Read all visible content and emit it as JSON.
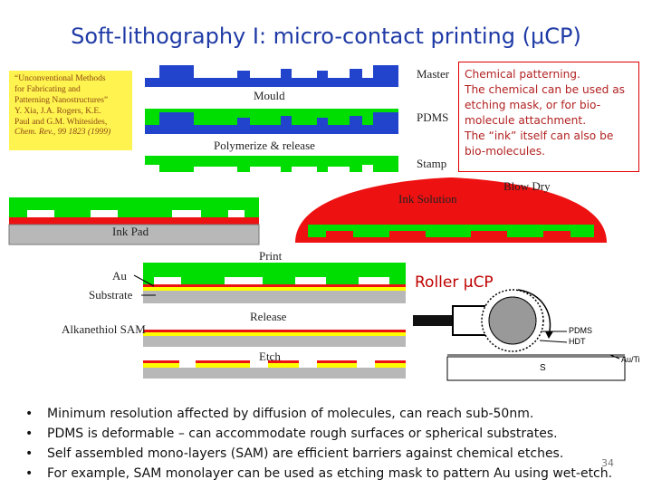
{
  "title": "Soft-lithography I: micro-contact printing (μCP)",
  "citation": {
    "lines": [
      "“Unconventional Methods",
      "for Fabricating and",
      "Patterning Nanostructures”",
      "Y. Xia, J.A. Rogers, K.E.",
      "Paul and G.M. Whitesides,"
    ],
    "journal": "Chem. Rev., 99 1823 (1999)"
  },
  "process": {
    "master": "Master",
    "mould": "Mould",
    "pdms": "PDMS",
    "polymerize": "Polymerize & release",
    "stamp": "Stamp",
    "blow_dry": "Blow Dry",
    "ink_solution": "Ink Solution",
    "ink_pad": "Ink Pad",
    "print": "Print",
    "au": "Au",
    "substrate": "Substrate",
    "release": "Release",
    "sam": "Alkanethiol SAM",
    "etch": "Etch"
  },
  "chem_note": {
    "lines": [
      "Chemical patterning.",
      "The chemical can be used as",
      "etching mask, or for bio-",
      "molecule attachment.",
      "The “ink” itself can also be",
      "bio-molecules."
    ]
  },
  "roller": {
    "label": "Roller μCP",
    "pdms": "PDMS",
    "hdt": "HDT",
    "au_ti": "Au/Ti",
    "s": "S"
  },
  "bullets": [
    "Minimum resolution affected by diffusion of molecules, can reach sub-50nm.",
    "PDMS is deformable – can accommodate rough surfaces or spherical substrates.",
    "Self assembled mono-layers (SAM) are efficient barriers against chemical etches.",
    "For example, SAM monolayer can be used as etching mask to pattern Au using wet-etch."
  ],
  "slide_number": "34",
  "colors": {
    "title": "#1f3aa6",
    "green": "#00dd00",
    "blue": "#2244cc",
    "red": "#ee1111",
    "yellow": "#ffff00",
    "gray": "#b8b8b8",
    "note_red": "#b22222"
  }
}
